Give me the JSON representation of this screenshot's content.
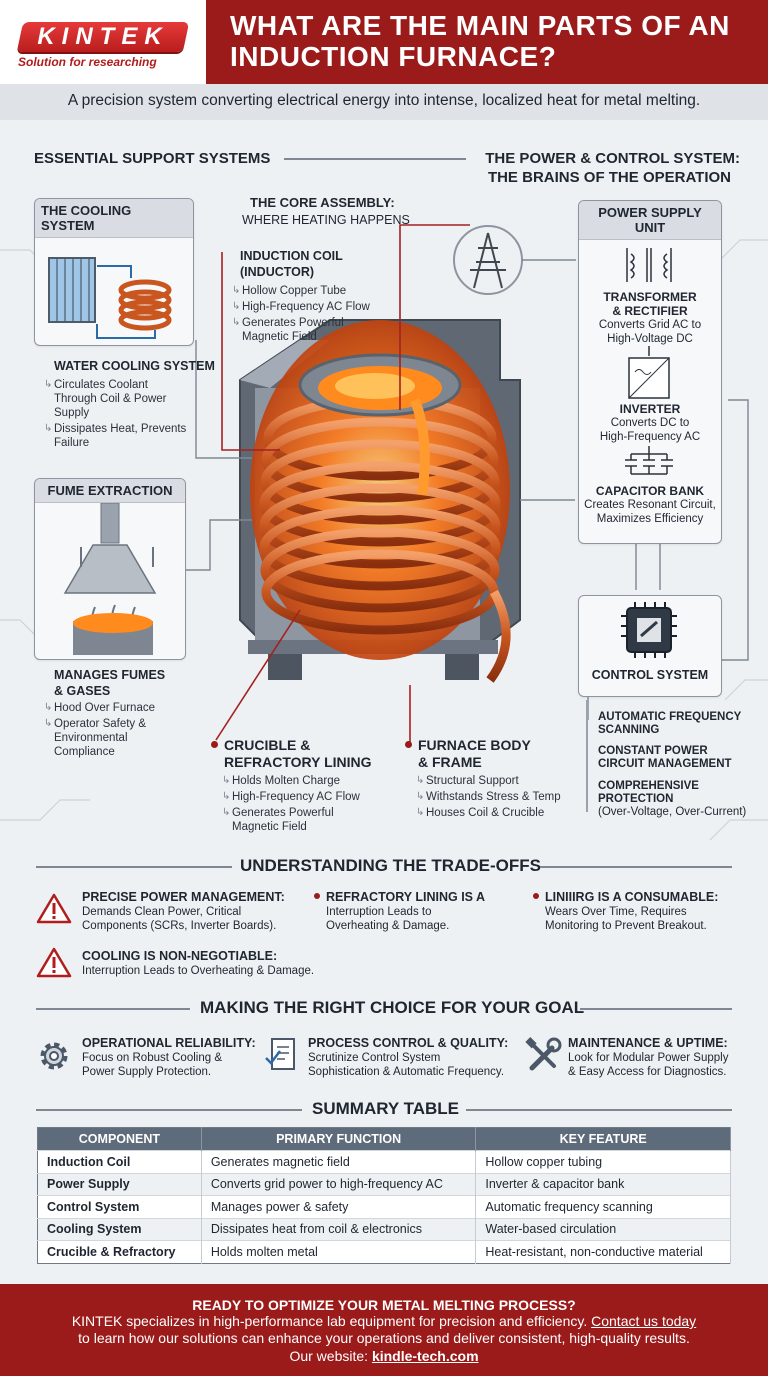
{
  "brand": {
    "logo": "KINTEK",
    "tagline": "Solution for researching"
  },
  "title": "WHAT ARE THE MAIN PARTS OF AN INDUCTION FURNACE?",
  "subtitle": "A precision system converting electrical energy into intense, localized heat for metal melting.",
  "sections": {
    "support": "ESSENTIAL SUPPORT SYSTEMS",
    "power_line1": "THE POWER & CONTROL SYSTEM:",
    "power_line2": "THE BRAINS OF THE OPERATION",
    "core_line1": "THE CORE ASSEMBLY:",
    "core_line2": "WHERE HEATING HAPPENS"
  },
  "cooling": {
    "panel_title": "THE COOLING SYSTEM",
    "label": "WATER COOLING SYSTEM",
    "bullets": [
      "Circulates Coolant Through Coil & Power Supply",
      "Dissipates Heat, Prevents Failure"
    ]
  },
  "fume": {
    "panel_title": "FUME EXTRACTION",
    "label_line1": "MANAGES FUMES",
    "label_line2": "& GASES",
    "bullets": [
      "Hood Over Furnace",
      "Operator Safety & Environmental Compliance"
    ]
  },
  "coil": {
    "label_line1": "INDUCTION COIL",
    "label_line2": "(INDUCTOR)",
    "bullets": [
      "Hollow Copper Tube",
      "High-Frequency AC Flow",
      "Generates Powerful Magnetic Field"
    ]
  },
  "crucible": {
    "label_line1": "CRUCIBLE &",
    "label_line2": "REFRACTORY LINING",
    "bullets": [
      "Holds Molten Charge",
      "High-Frequency AC Flow",
      "Generates Powerful Magnetic Field"
    ]
  },
  "body": {
    "label_line1": "FURNACE BODY",
    "label_line2": "& FRAME",
    "bullets": [
      "Structural Support",
      "Withstands Stress & Temp",
      "Houses Coil & Crucible"
    ]
  },
  "power_supply": {
    "panel_title": "POWER SUPPLY UNIT",
    "transformer_l1": "TRANSFORMER",
    "transformer_l2": "& RECTIFIER",
    "transformer_t1": "Converts Grid AC to",
    "transformer_t2": "High-Voltage DC",
    "inverter": "INVERTER",
    "inverter_t1": "Converts DC to",
    "inverter_t2": "High-Frequency AC",
    "capacitor": "CAPACITOR BANK",
    "capacitor_t1": "Creates Resonant Circuit,",
    "capacitor_t2": "Maximizes Efficiency"
  },
  "control": {
    "panel_title": "CONTROL SYSTEM",
    "f1_l1": "AUTOMATIC FREQUENCY",
    "f1_l2": "SCANNING",
    "f2_l1": "CONSTANT POWER",
    "f2_l2": "CIRCUIT MANAGEMENT",
    "f3_l1": "COMPREHENSIVE PROTECTION",
    "f3_l2": "(Over-Voltage, Over-Current)"
  },
  "tradeoffs": {
    "heading": "UNDERSTANDING THE TRADE-OFFS",
    "items": [
      {
        "title": "PRECISE POWER MANAGEMENT:",
        "text1": "Demands Clean Power, Critical",
        "text2": "Components (SCRs, Inverter Boards)."
      },
      {
        "title": "REFRACTORY LINING IS A",
        "text1": "Interruption Leads to",
        "text2": "Overheating & Damage."
      },
      {
        "title": "LINIIIRG IS A CONSUMABLE:",
        "text1": "Wears Over Time, Requires",
        "text2": "Monitoring to Prevent Breakout."
      },
      {
        "title": "COOLING IS NON-NEGOTIABLE:",
        "text1": "Interruption Leads to Overheating & Damage.",
        "text2": ""
      }
    ]
  },
  "goals": {
    "heading": "MAKING THE RIGHT CHOICE FOR YOUR GOAL",
    "items": [
      {
        "title": "OPERATIONAL RELIABILITY:",
        "text1": "Focus on Robust Cooling &",
        "text2": "Power Supply Protection."
      },
      {
        "title": "PROCESS CONTROL & QUALITY:",
        "text1": "Scrutinize Control System",
        "text2": "Sophistication & Automatic Frequency."
      },
      {
        "title": "MAINTENANCE & UPTIME:",
        "text1": "Look for Modular Power Supply",
        "text2": "& Easy Access for Diagnostics."
      }
    ]
  },
  "summary": {
    "heading": "SUMMARY TABLE",
    "headers": [
      "COMPONENT",
      "PRIMARY FUNCTION",
      "KEY FEATURE"
    ],
    "rows": [
      [
        "Induction Coil",
        "Generates magnetic field",
        "Hollow copper tubing"
      ],
      [
        "Power Supply",
        "Converts grid power to high-frequency AC",
        "Inverter & capacitor bank"
      ],
      [
        "Control System",
        "Manages power & safety",
        "Automatic frequency scanning"
      ],
      [
        "Cooling System",
        "Dissipates heat from coil & electronics",
        "Water-based circulation"
      ],
      [
        "Crucible & Refractory",
        "Holds molten metal",
        "Heat-resistant, non-conductive material"
      ]
    ]
  },
  "footer": {
    "cta": "READY TO OPTIMIZE YOUR METAL MELTING PROCESS?",
    "line1": "KINTEK specializes in high-performance lab equipment for precision and efficiency.",
    "contact": "Contact us today",
    "line2": "to learn how our solutions can enhance your operations and deliver consistent, high-quality results.",
    "website_label": "Our website:",
    "website": "kindle-tech.com"
  },
  "colors": {
    "brand_red": "#9b1b1b",
    "accent_red": "#d62828",
    "copper": "#d9722f",
    "molten": "#ff8a1e"
  }
}
